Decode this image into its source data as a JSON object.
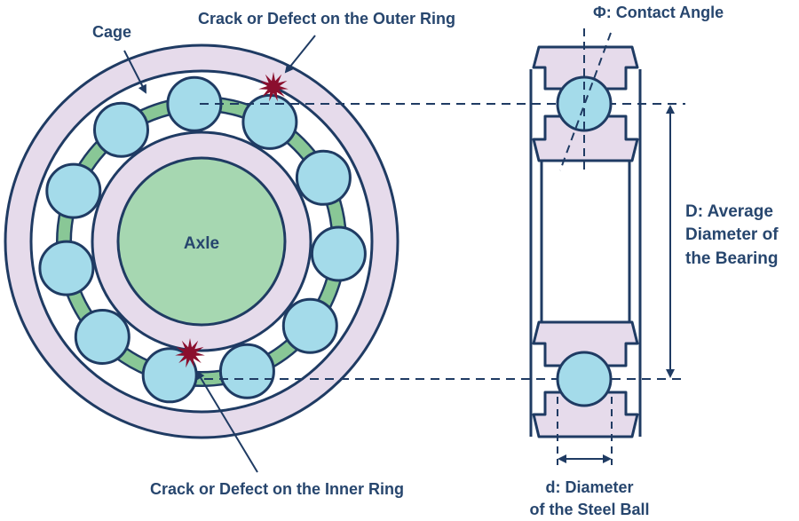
{
  "colors": {
    "outline": "#1f3b63",
    "ring_fill": "#e6dbeb",
    "ball_fill": "#a4dbea",
    "cage_fill": "#89c796",
    "axle_fill": "#a6d7b1",
    "defect": "#8b0f2e",
    "text": "#27466e"
  },
  "labels": {
    "cage": "Cage",
    "outer_defect": "Crack or Defect on the Outer Ring",
    "inner_defect": "Crack or Defect on the Inner Ring",
    "axle": "Axle",
    "contact_angle": "Φ: Contact Angle",
    "avg_diameter_line1": "D: Average",
    "avg_diameter_line2": "Diameter of",
    "avg_diameter_line3": "the Bearing",
    "ball_diameter_line1": "d: Diameter",
    "ball_diameter_line2": "of the Steel Ball"
  },
  "bearing": {
    "ball_count": 11
  }
}
